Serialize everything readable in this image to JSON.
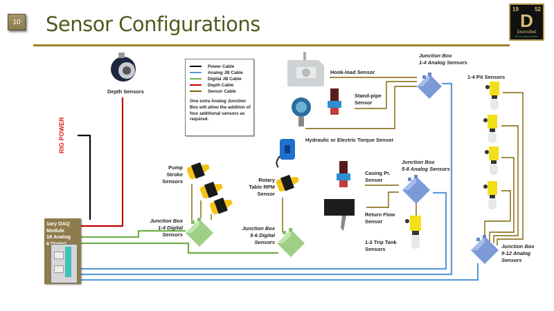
{
  "slide": {
    "number": "10",
    "title": "Sensor Configurations"
  },
  "logo": {
    "left_number": "19",
    "right_number": "52",
    "symbol": "D",
    "name": "Diversified",
    "tagline": "Elementally Qualified"
  },
  "legend": {
    "items": [
      {
        "label": "Power Cable",
        "color": "#000000"
      },
      {
        "label": "Analog JB Cable",
        "color": "#5b9bd5"
      },
      {
        "label": "Digital JB Cable",
        "color": "#70ad47"
      },
      {
        "label": "Depth Cable",
        "color": "#c00000"
      },
      {
        "label": "Sensor Cable",
        "color": "#806000"
      }
    ],
    "note": "One extra Analog Junction Box will allow the addition of four additional sensors as required."
  },
  "power": {
    "label": "RIG POWER"
  },
  "daq_module": {
    "line1": "1ary DAQ Module",
    "line2": "16 Analog",
    "line3": "6 Digital"
  },
  "sensors": {
    "depth": "Depth Sensors",
    "hook_load": "Hook-load Sensor",
    "stand_pipe_1": "Stand-pipe",
    "stand_pipe_2": "Sensor",
    "torque": "Hydraulic or Electric Torque Sensor",
    "pump_stroke_1": "Pump",
    "pump_stroke_2": "Stroke",
    "pump_stroke_3": "Sensors",
    "rotary_1": "Rotary",
    "rotary_2": "Table RPM",
    "rotary_3": "Sensor",
    "casing_1": "Casing Pr.",
    "casing_2": "Sensor",
    "return_flow_1": "Return Flow",
    "return_flow_2": "Sensor",
    "trip_tank_1": "1-2 Trip Tank",
    "trip_tank_2": "Sensors",
    "pit": "1-4 Pit Sensors"
  },
  "junction_boxes": {
    "analog_1_4": {
      "line1": "Junction Box",
      "line2": "1-4 Analog Sensors"
    },
    "analog_5_8": {
      "line1": "Junction Box",
      "line2": "5-8 Analog Sensors"
    },
    "analog_9_12": {
      "line1": "Junction Box",
      "line2": "9-12 Analog",
      "line3": "Sensors"
    },
    "digital_1_4": {
      "line1": "Junction Box",
      "line2": "1-4 Digital Sensors"
    },
    "digital_5_6": {
      "line1": "Junction Box",
      "line2": "5-6 Digital Sensors"
    }
  },
  "colors": {
    "title": "#4e5a1c",
    "rule": "#b38f2e",
    "power": "#000000",
    "analog": "#5b9bd5",
    "digital": "#70ad47",
    "depth": "#c00000",
    "sensor": "#806000",
    "analog_box": "#7c9ad8",
    "digital_box": "#9fcf86",
    "sensor_yellow": "#f2df1a"
  }
}
